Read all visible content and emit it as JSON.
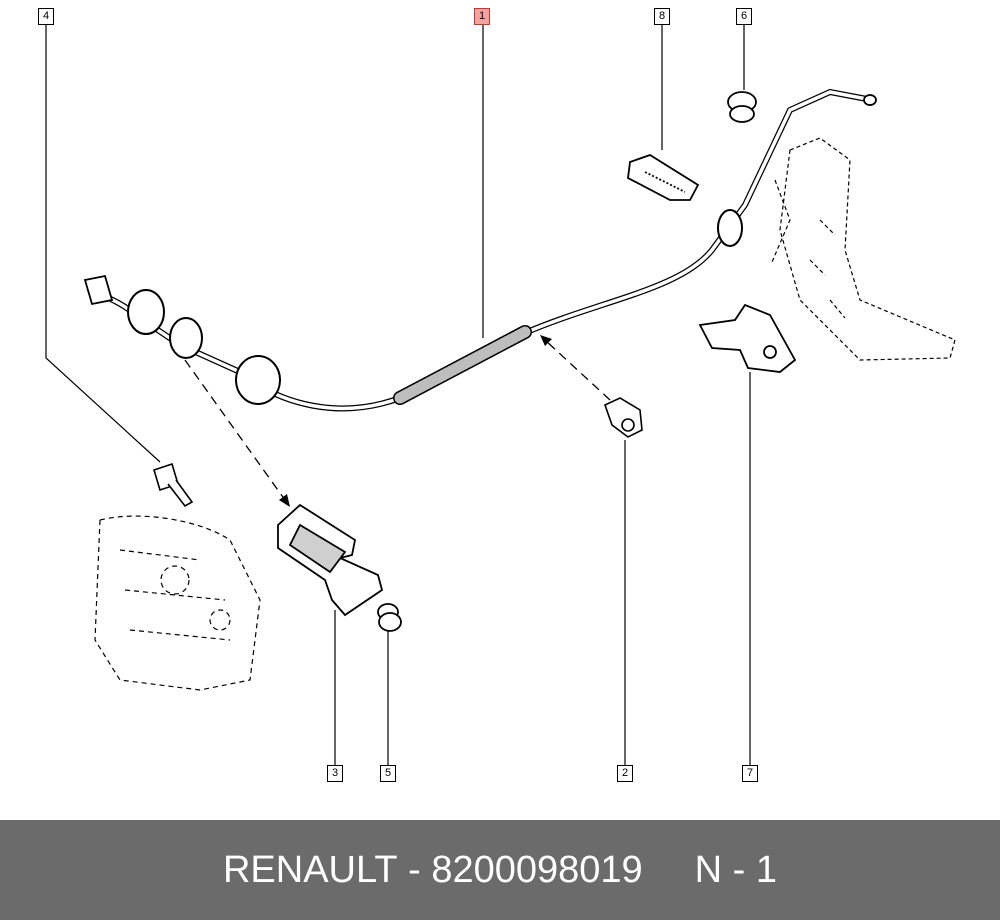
{
  "callouts": [
    {
      "id": "4",
      "label": "4",
      "highlighted": false
    },
    {
      "id": "1",
      "label": "1",
      "highlighted": true
    },
    {
      "id": "8",
      "label": "8",
      "highlighted": false
    },
    {
      "id": "6",
      "label": "6",
      "highlighted": false
    },
    {
      "id": "3",
      "label": "3",
      "highlighted": false
    },
    {
      "id": "5",
      "label": "5",
      "highlighted": false
    },
    {
      "id": "2",
      "label": "2",
      "highlighted": false
    },
    {
      "id": "7",
      "label": "7",
      "highlighted": false
    }
  ],
  "footer": {
    "brand": "RENAULT",
    "separator": "-",
    "part_number": "8200098019",
    "ref": "N - 1"
  },
  "colors": {
    "highlight": "#f4a1a1",
    "footer_bg": "#6b6b6b",
    "line": "#000000"
  }
}
